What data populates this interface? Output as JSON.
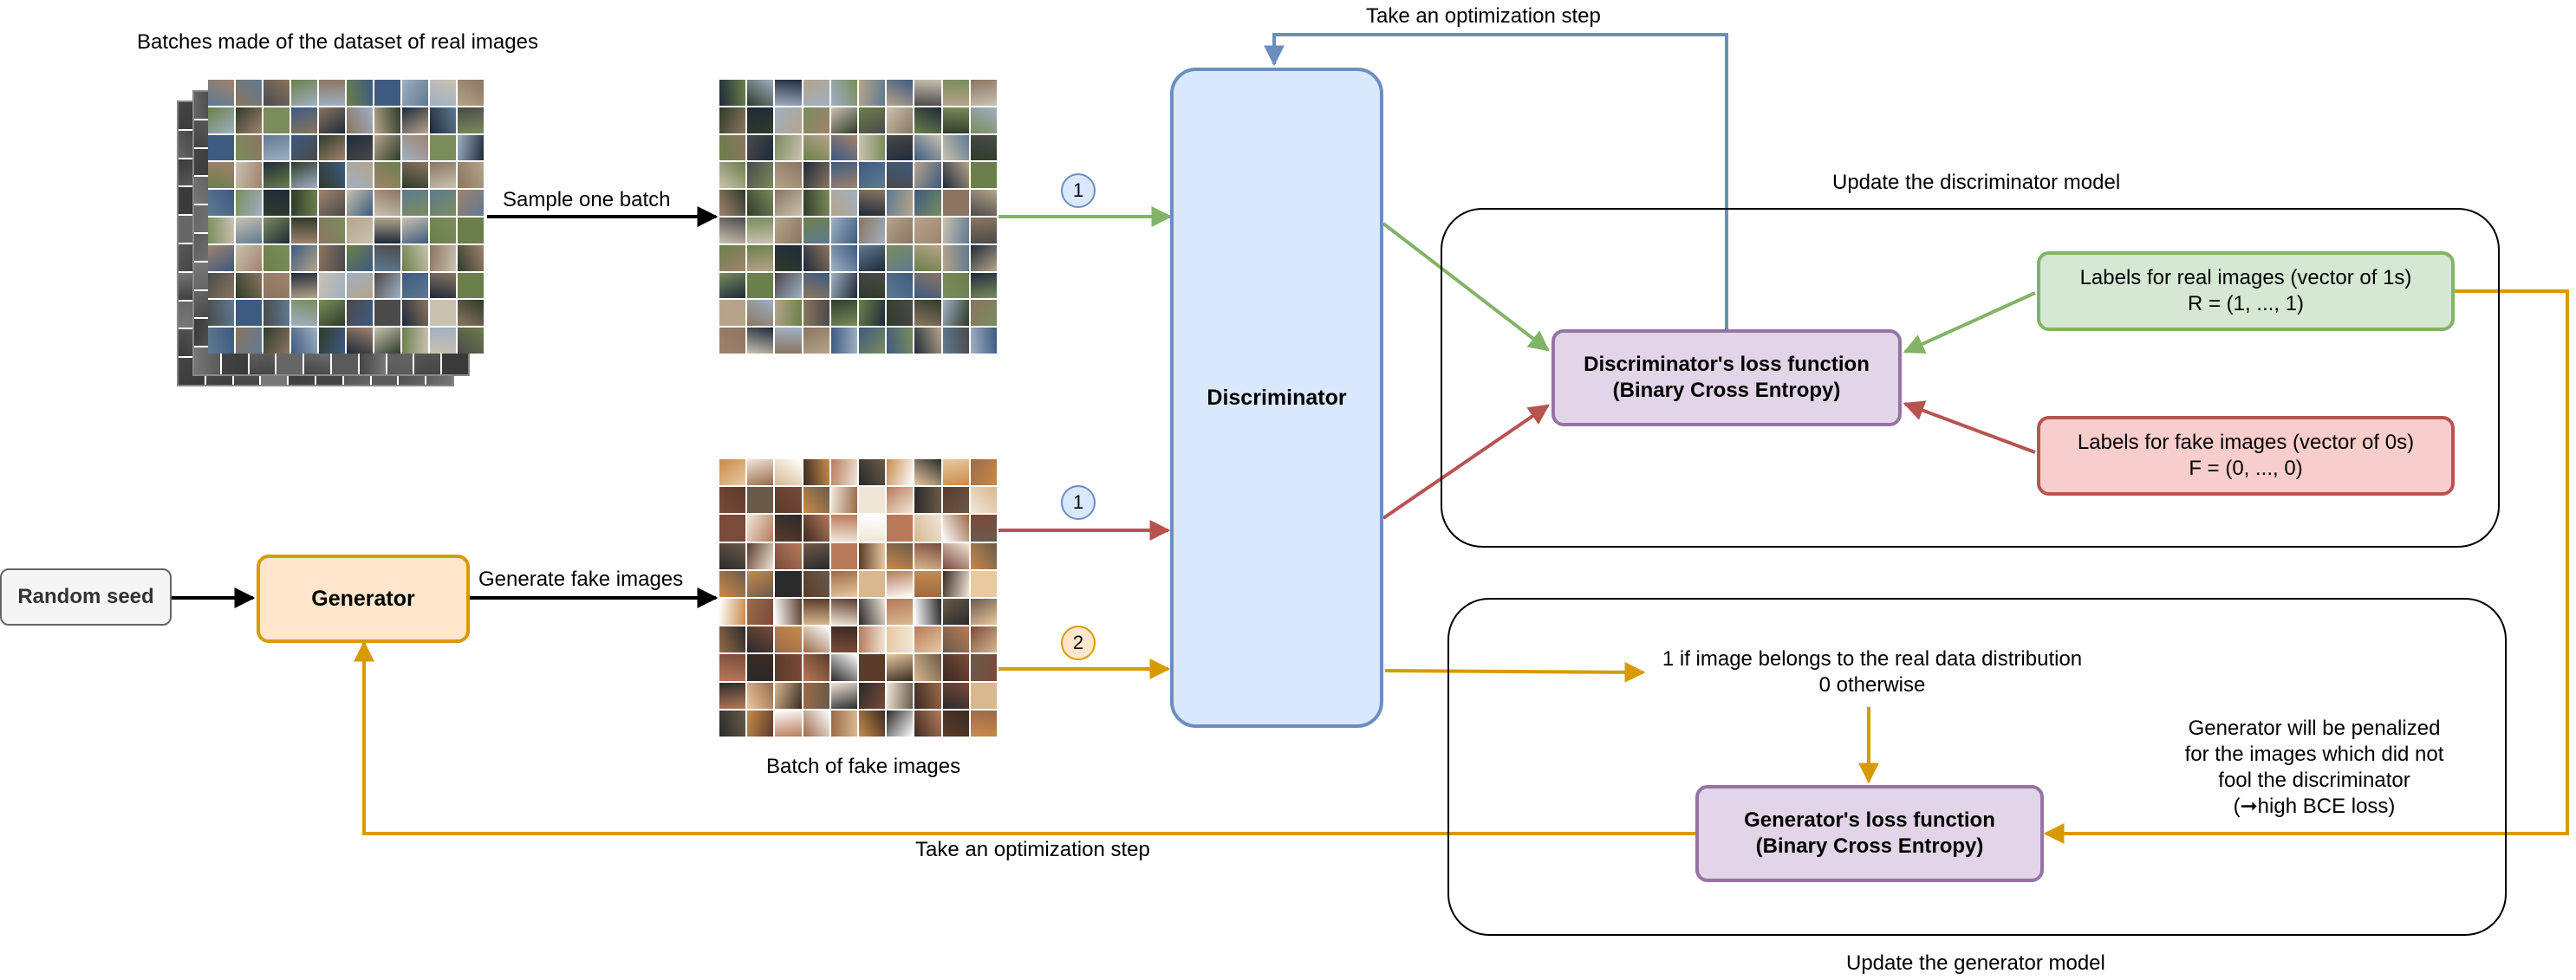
{
  "labels": {
    "batches_title": "Batches made of the dataset of real images",
    "sample_one_batch": "Sample one batch",
    "generate_fake_images": "Generate fake images",
    "batch_of_fake_images": "Batch of fake images",
    "take_step_top": "Take an optimization step",
    "take_step_bottom": "Take an optimization step",
    "update_discriminator": "Update the discriminator model",
    "update_generator": "Update the generator model",
    "output_line1": "1 if image belongs to the real data distribution",
    "output_line2": "0 otherwise",
    "penalty_line1": "Generator will be penalized",
    "penalty_line2": "for the images which did not",
    "penalty_line3": "fool the discriminator",
    "penalty_line4": "(➞high BCE loss)"
  },
  "nodes": {
    "random_seed": "Random seed",
    "generator": "Generator",
    "discriminator": "Discriminator",
    "disc_loss_line1": "Discriminator's loss function",
    "disc_loss_line2": "(Binary Cross Entropy)",
    "gen_loss_line1": "Generator's loss function",
    "gen_loss_line2": "(Binary Cross Entropy)",
    "real_labels_line1": "Labels for real images (vector of 1s)",
    "real_labels_line2": "R = (1, ..., 1)",
    "fake_labels_line1": "Labels for fake images (vector of 0s)",
    "fake_labels_line2": "F = (0, ..., 0)"
  },
  "badges": {
    "real_step": "1",
    "fake_step": "1",
    "gen_step": "2"
  },
  "colors": {
    "green": "#82b366",
    "red": "#b85450",
    "orange": "#d79b00",
    "blue": "#6c8ebf",
    "purple": "#9673a6"
  }
}
